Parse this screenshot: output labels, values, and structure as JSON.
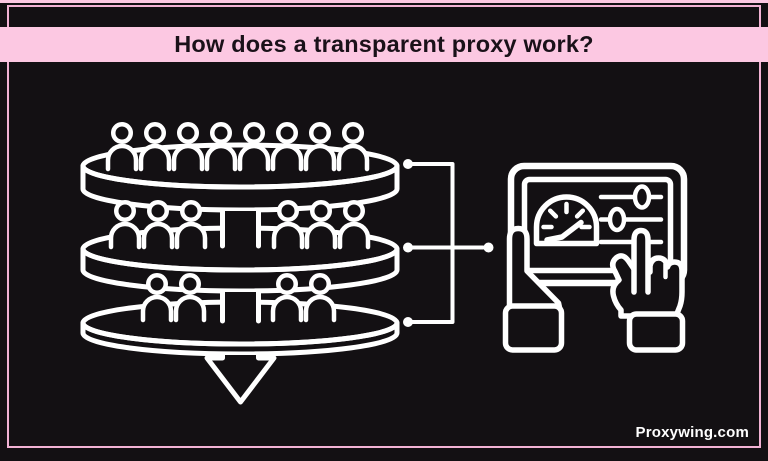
{
  "title": {
    "text": "How does a transparent proxy work?"
  },
  "watermark": {
    "text": "Proxywing.com"
  },
  "colors": {
    "background": "#131013",
    "line_art": "#ffffff",
    "banner_pink": "#fcc8e2",
    "frame_pink": "#f2b2d4",
    "title_text": "#1a1119"
  },
  "illustration": {
    "user_layers": {
      "layers": [
        {
          "name": "user-layer-1",
          "users": 8
        },
        {
          "name": "user-layer-2",
          "users": 6
        },
        {
          "name": "user-layer-3",
          "users": 4
        }
      ],
      "flow": "downward-arrow"
    },
    "connectors": {
      "count": 3,
      "style": "dotted-end-lines"
    },
    "control_panel": {
      "icons": [
        "gauge-icon",
        "sliders-icon",
        "hand-holding-icon",
        "hand-pointing-icon"
      ],
      "slider_count": 3
    }
  }
}
